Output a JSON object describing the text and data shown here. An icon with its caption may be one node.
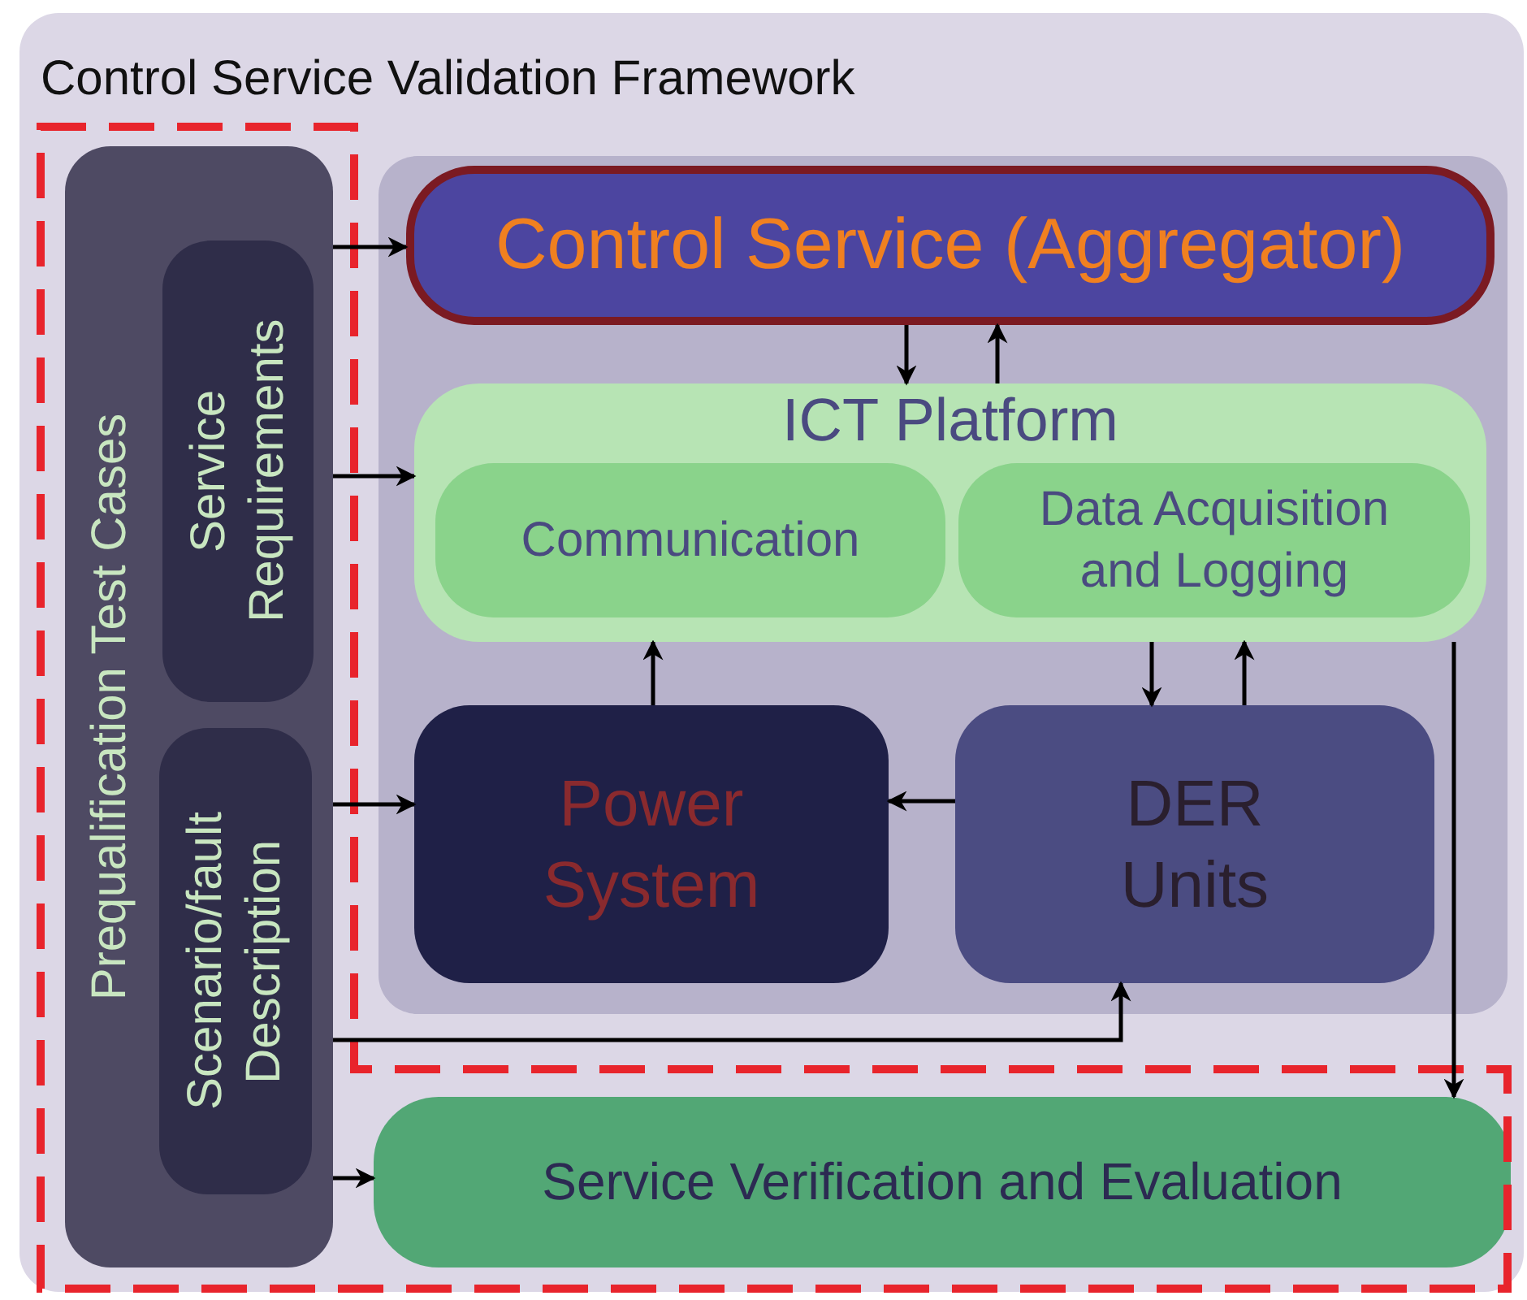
{
  "diagram": {
    "title": "Control Service Validation Framework",
    "nodes": [
      {
        "text": [],
        "shape": "box"
      },
      {
        "text": [
          "Prequalification Test Cases"
        ],
        "in": 0
      },
      {
        "text": [
          "Service Requirements"
        ],
        "in": 1
      },
      {
        "text": [
          "Scenario/fault Description"
        ],
        "in": 1
      },
      {
        "text": [],
        "shape": "box",
        "in": 0
      },
      {
        "text": [
          "Control Service (Aggregator)"
        ],
        "in": 4
      },
      {
        "text": [
          "ICT Platform"
        ],
        "in": 4
      },
      {
        "text": [
          "Communication"
        ],
        "in": 6
      },
      {
        "text": [
          "Data Acquisition and Logging"
        ],
        "in": 6
      },
      {
        "text": [
          "Power System"
        ],
        "in": 4
      },
      {
        "text": [
          "DER Units"
        ],
        "in": 4
      },
      {
        "text": [
          "Service Verification and Evaluation"
        ],
        "in": 0
      }
    ],
    "edges": [
      {
        "from": 1,
        "to": 5,
        "arrow": "to"
      },
      {
        "from": 1,
        "to": 6,
        "arrow": "to"
      },
      {
        "from": 1,
        "to": 9,
        "arrow": "to"
      },
      {
        "from": 1,
        "to": 10,
        "arrow": "to"
      },
      {
        "from": 1,
        "to": 11,
        "arrow": "to"
      },
      {
        "from": 5,
        "to": 6,
        "arrow": "to"
      },
      {
        "from": 6,
        "to": 5,
        "arrow": "to"
      },
      {
        "from": 9,
        "to": 6,
        "arrow": "to"
      },
      {
        "from": 6,
        "to": 10,
        "arrow": "to"
      },
      {
        "from": 10,
        "to": 6,
        "arrow": "to"
      },
      {
        "from": 10,
        "to": 9,
        "arrow": "to"
      },
      {
        "from": 6,
        "to": 11,
        "arrow": "to"
      }
    ]
  }
}
